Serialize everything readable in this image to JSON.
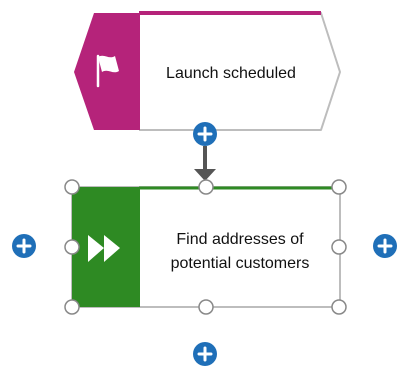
{
  "event_node": {
    "label": "Launch scheduled",
    "icon": "flag-icon",
    "color": "#b5237a"
  },
  "function_node": {
    "label_line1": "Find addresses of",
    "label_line2": "potential customers",
    "icon": "fast-forward-icon",
    "color": "#2e8a23"
  },
  "connector_color": "#555555",
  "add_button_color": "#1f6fb8",
  "selection_handle_color": "#888888"
}
